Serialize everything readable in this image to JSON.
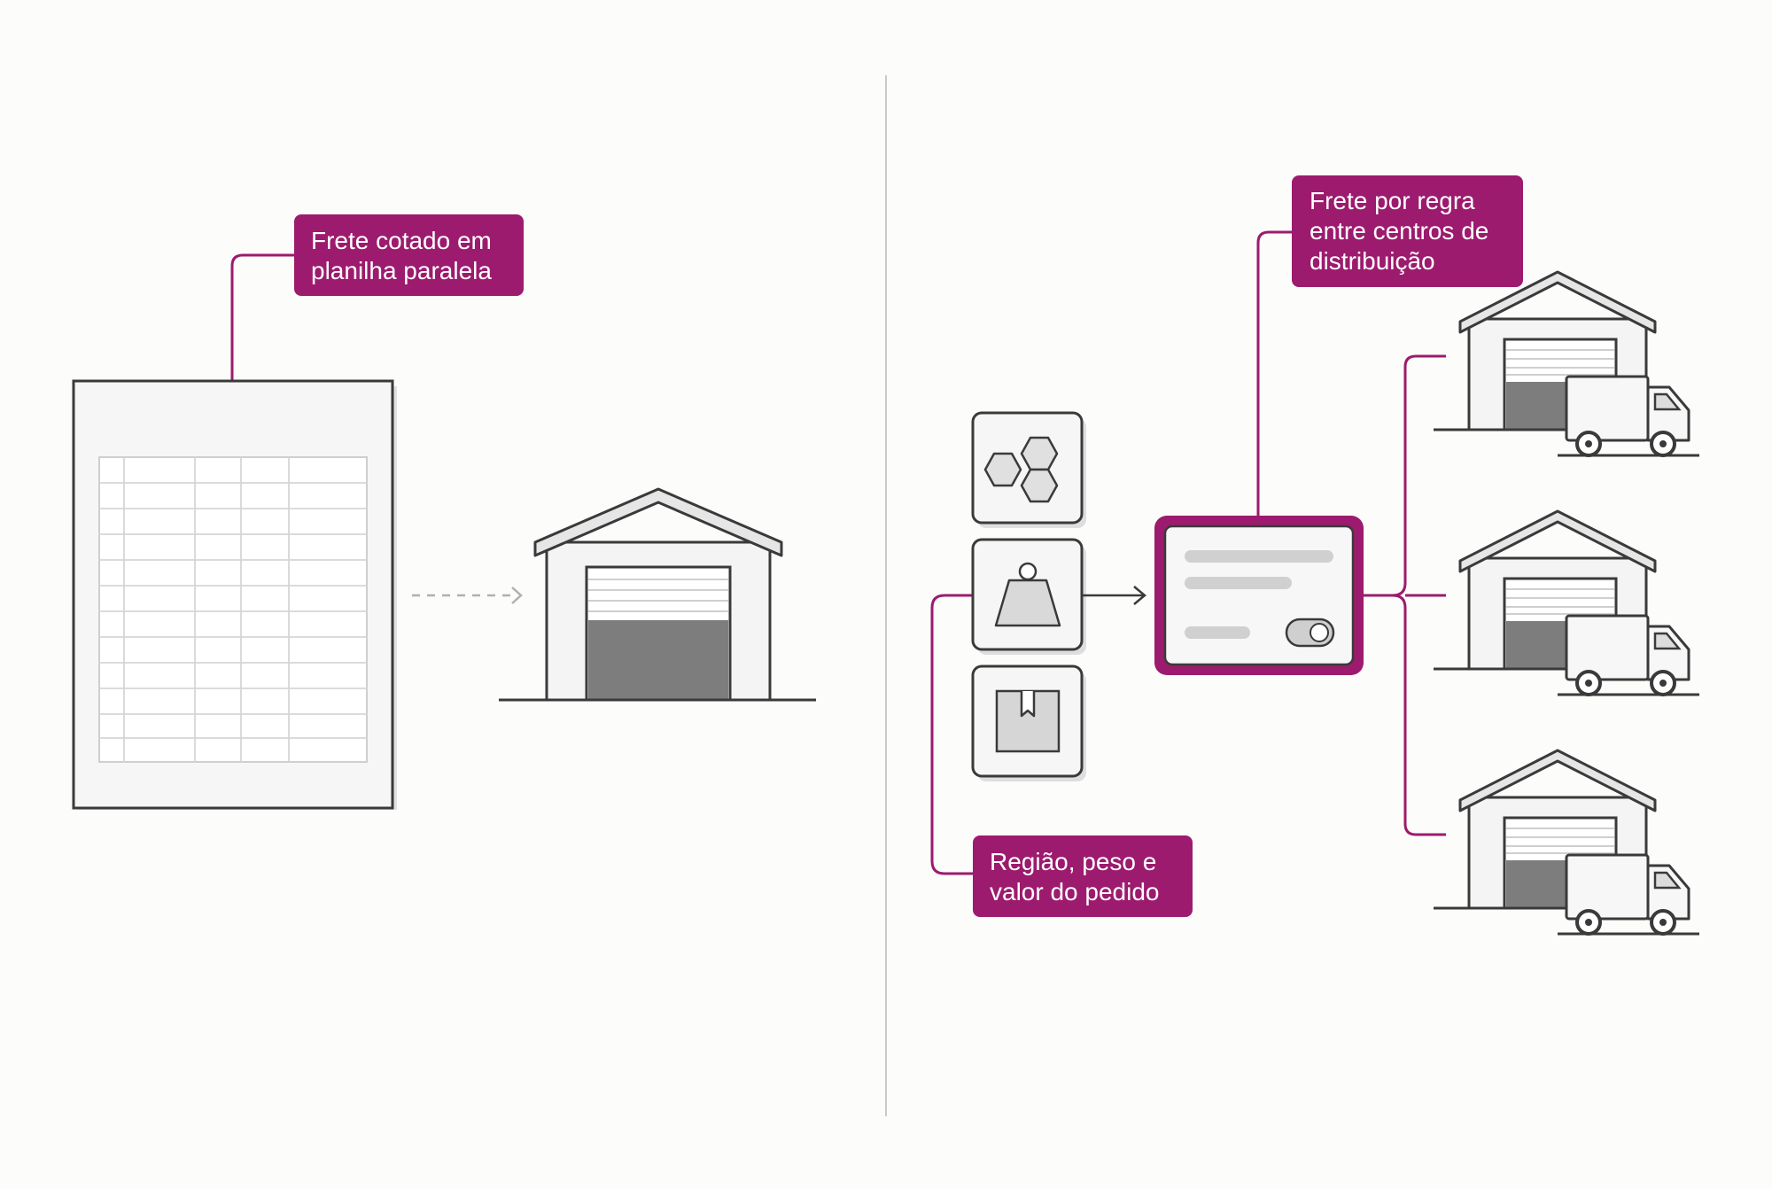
{
  "colors": {
    "accent": "#9c1b6e",
    "background": "#fcfcfb",
    "stroke": "#3a3a3a",
    "door_dark": "#7d7d7d",
    "fill_light": "#f1f1f1"
  },
  "left_panel": {
    "callout_lines": [
      "Frete cotado em",
      "planilha paralela"
    ],
    "spreadsheet_icon": "spreadsheet-icon",
    "warehouse_icon": "warehouse-icon"
  },
  "right_panel": {
    "top_callout_lines": [
      "Frete por regra",
      "entre centros de",
      "distribuição"
    ],
    "bottom_callout_lines": [
      "Região, peso e",
      "valor do pedido"
    ],
    "input_icons": [
      "hexagon-cluster-icon",
      "weight-icon",
      "package-icon"
    ],
    "rule_card_icon": "rule-card-icon",
    "distribution_centers": [
      "warehouse-truck-icon",
      "warehouse-truck-icon",
      "warehouse-truck-icon"
    ]
  }
}
